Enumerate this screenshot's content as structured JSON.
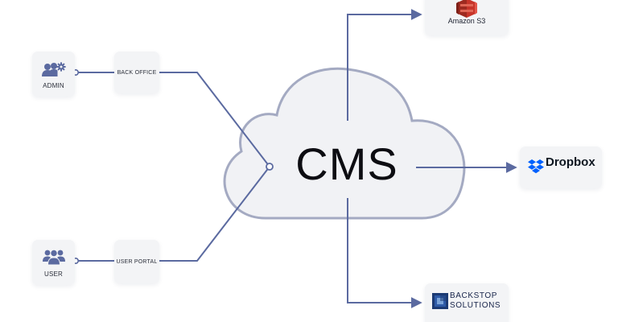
{
  "center": {
    "label": "CMS"
  },
  "sources": {
    "admin": {
      "label": "ADMIN",
      "icon": "admin-gear-users-icon"
    },
    "user": {
      "label": "USER",
      "icon": "users-group-icon"
    }
  },
  "channels": {
    "back_office": {
      "label": "BACK OFFICE"
    },
    "user_portal": {
      "label": "USER PORTAL"
    }
  },
  "targets": {
    "amazon_s3": {
      "label": "Amazon S3",
      "icon": "amazon-s3-logo-icon"
    },
    "dropbox": {
      "label": "Dropbox",
      "icon": "dropbox-logo-icon"
    },
    "backstop": {
      "label_line1": "BACKSTOP",
      "label_line2": "SOLUTIONS",
      "icon": "backstop-logo-icon"
    }
  },
  "colors": {
    "connector": "#5b6aa0",
    "cloud_fill": "#f1f2f5",
    "cloud_stroke": "#a4aac2",
    "card_bg": "#f3f4f6",
    "s3_red": "#c7352a",
    "dropbox_blue": "#0061fe",
    "backstop_navy": "#1c3a73"
  }
}
